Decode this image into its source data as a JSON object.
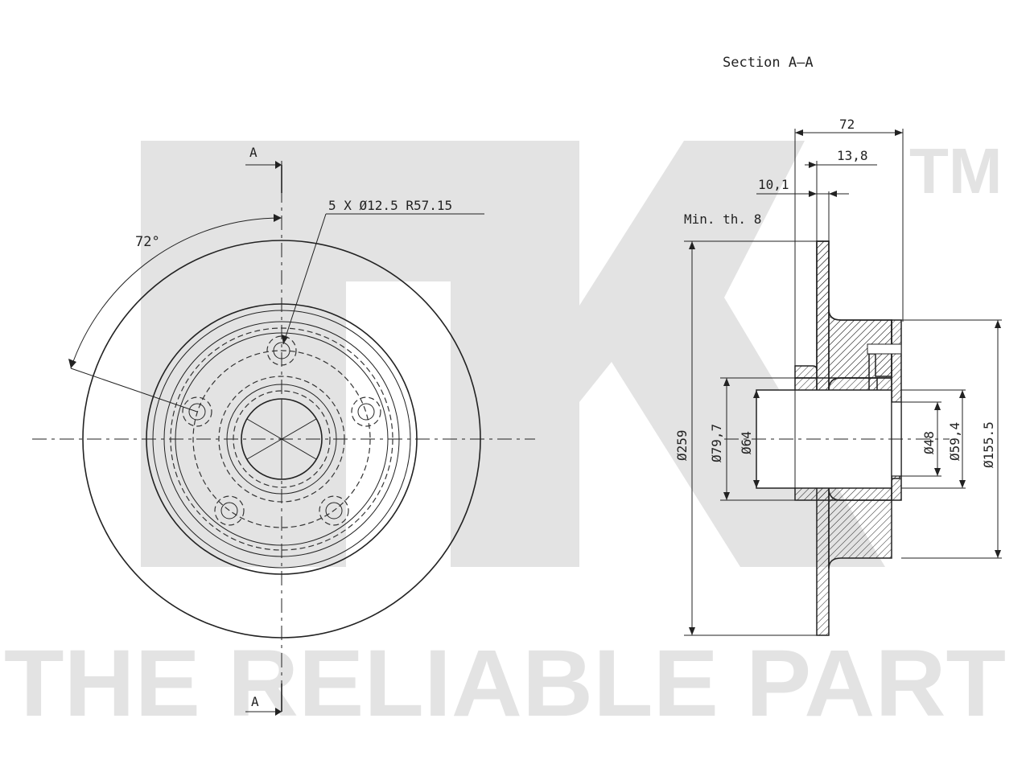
{
  "watermark": {
    "logo_text": "NK",
    "tm": "TM",
    "tagline": "THE RELIABLE PART"
  },
  "front_view": {
    "section_mark_top": "A",
    "section_mark_bottom": "A",
    "angle_label": "72°",
    "bolt_pattern_label": "5 X Ø12.5 R57.15"
  },
  "section_view": {
    "title": "Section A—A",
    "dim_total_width": "72",
    "dim_flange": "13,8",
    "dim_disc": "10,1",
    "min_thickness": "Min. th. 8",
    "dia_outer": "Ø259",
    "dia_797": "Ø79,7",
    "dia_64": "Ø64",
    "dia_48": "Ø48",
    "dia_594": "Ø59,4",
    "dia_1555": "Ø155.5"
  }
}
